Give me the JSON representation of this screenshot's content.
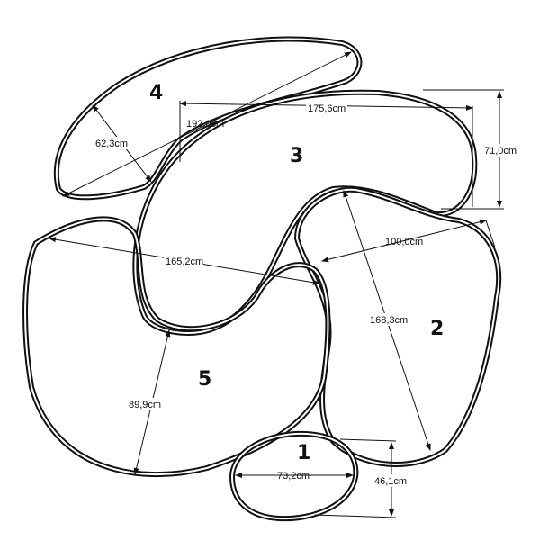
{
  "pieces": [
    {
      "id": "1",
      "label": "1"
    },
    {
      "id": "2",
      "label": "2"
    },
    {
      "id": "3",
      "label": "3"
    },
    {
      "id": "4",
      "label": "4"
    },
    {
      "id": "5",
      "label": "5"
    }
  ],
  "dimensions": {
    "piece4_width": "62,3cm",
    "piece4_length": "192,0cm",
    "piece3_length": "175,6cm",
    "piece3_height": "71,0cm",
    "piece2_width": "100,0cm",
    "piece2_length": "168,3cm",
    "piece5_length": "165,2cm",
    "piece5_width": "89,9cm",
    "piece1_length": "73,2cm",
    "piece1_height": "46,1cm"
  },
  "colors": {
    "line": "#111111",
    "background": "#ffffff"
  }
}
